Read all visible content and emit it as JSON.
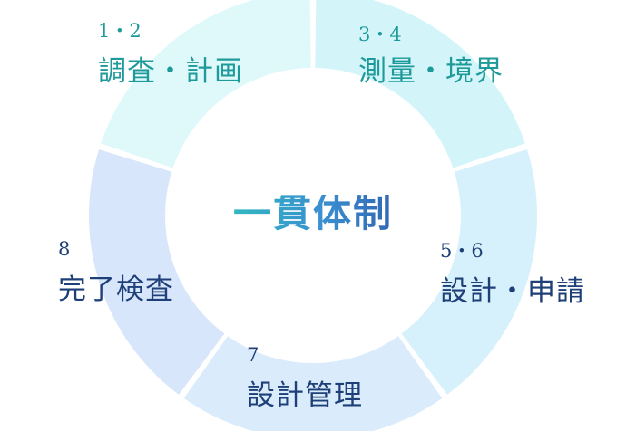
{
  "title": "一貫体制",
  "steps": [
    {
      "number": "1・2",
      "label": "調査・計画",
      "color": "#dff9fb"
    },
    {
      "number": "3・4",
      "label": "測量・境界",
      "color": "#d3f5fa"
    },
    {
      "number": "5・6",
      "label": "設計・申請",
      "color": "#d6f1fb"
    },
    {
      "number": "7",
      "label": "設計管理",
      "color": "#daecfb"
    },
    {
      "number": "8",
      "label": "完了検査",
      "color": "#d7e6fa"
    }
  ]
}
